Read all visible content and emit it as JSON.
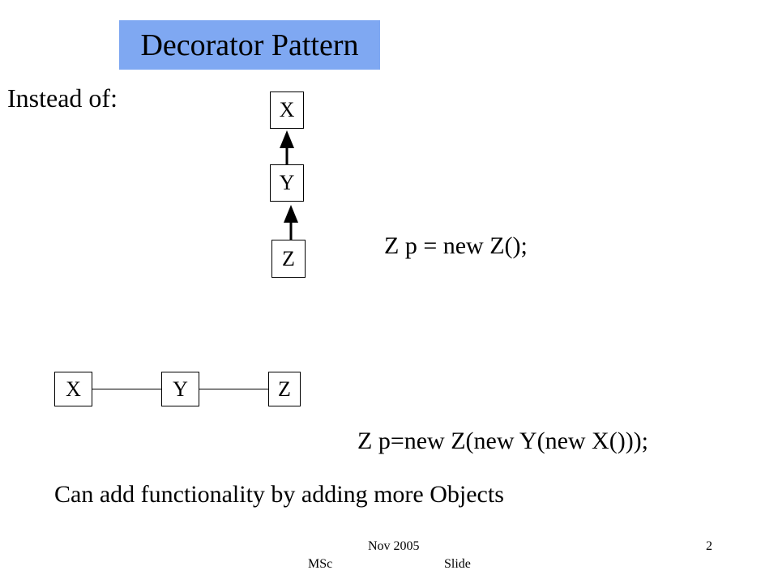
{
  "title": "Decorator Pattern",
  "instead_label": "Instead of:",
  "hierarchy": {
    "top": "X",
    "middle": "Y",
    "bottom": "Z"
  },
  "code_inheritance": "Z p = new Z();",
  "chain": {
    "first": "X",
    "second": "Y",
    "third": "Z"
  },
  "code_decorator": "Z p=new Z(new Y(new X()));",
  "summary": "Can add functionality by adding more Objects",
  "footer": {
    "date": "Nov 2005",
    "course": "MSc",
    "slide_label": "Slide",
    "slide_number": "2"
  },
  "colors": {
    "title_background": "#7fa8f2"
  }
}
